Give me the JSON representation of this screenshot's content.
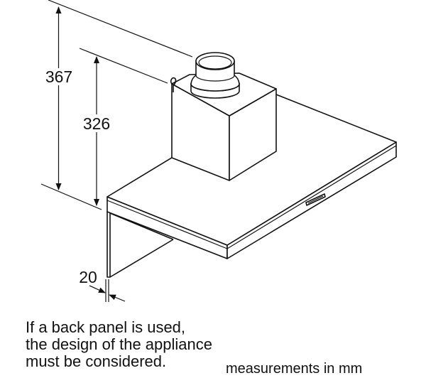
{
  "dimensions": {
    "overall_height": "367",
    "hood_height": "326",
    "back_panel_thickness": "20"
  },
  "note": {
    "line1": "If a back panel is used,",
    "line2": "the design of the appliance",
    "line3": "must be considered."
  },
  "units": "measurements in mm"
}
